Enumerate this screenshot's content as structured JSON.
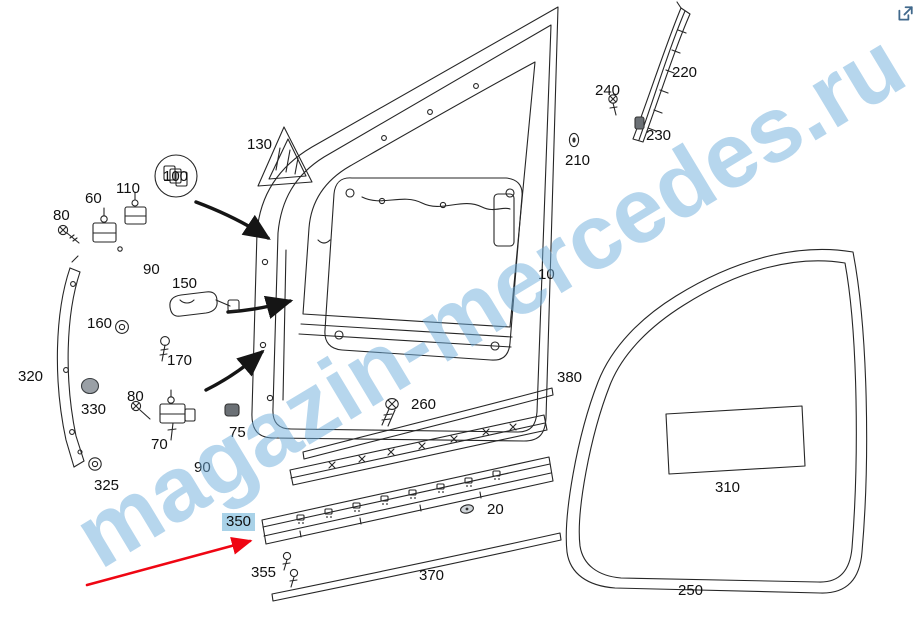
{
  "watermark": {
    "text": "magazin-mercedes.ru"
  },
  "colors": {
    "highlight": "#a9d2e8",
    "arrow_red": "#ef0613",
    "watermark_blue": "#6daedb",
    "line": "#262626"
  },
  "icons": {
    "external_link": "open-in-new-icon"
  },
  "labels": [
    {
      "text": "80"
    },
    {
      "text": "60"
    },
    {
      "text": "110"
    },
    {
      "text": "100"
    },
    {
      "text": "130"
    },
    {
      "text": "90"
    },
    {
      "text": "150"
    },
    {
      "text": "160"
    },
    {
      "text": "170"
    },
    {
      "text": "320"
    },
    {
      "text": "330"
    },
    {
      "text": "80"
    },
    {
      "text": "70"
    },
    {
      "text": "75"
    },
    {
      "text": "90"
    },
    {
      "text": "325"
    },
    {
      "text": "350",
      "highlighted": true
    },
    {
      "text": "355"
    },
    {
      "text": "370"
    },
    {
      "text": "20"
    },
    {
      "text": "260"
    },
    {
      "text": "380"
    },
    {
      "text": "10"
    },
    {
      "text": "210"
    },
    {
      "text": "240"
    },
    {
      "text": "220"
    },
    {
      "text": "230"
    },
    {
      "text": "310"
    },
    {
      "text": "250"
    }
  ]
}
